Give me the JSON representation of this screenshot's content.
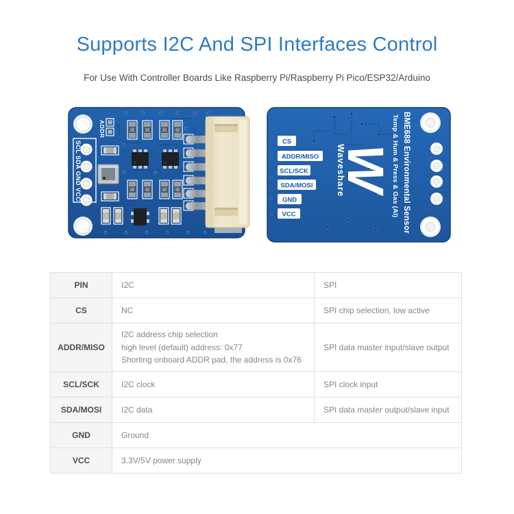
{
  "page": {
    "title": "Supports I2C And SPI Interfaces Control",
    "subtitle": "For Use With Controller Boards Like Raspberry Pi/Raspberry Pi Pico/ESP32/Arduino"
  },
  "colors": {
    "title_blue": "#2e7bc1",
    "pcb_front_blue": "#1f5da6",
    "pcb_back_blue": "#2364b0",
    "silkscreen_white": "#ffffff",
    "connector_beige": "#eee4c9",
    "table_border": "#e0e0e0",
    "table_header_bg": "#f5f5f5"
  },
  "board_front": {
    "silk": {
      "addr": "ADDR",
      "header_pins": "SCL SDA GND VCC"
    }
  },
  "board_back": {
    "pin_labels": [
      "CS",
      "ADDR/MISO",
      "SCL/SCK",
      "SDA/MOSI",
      "GND",
      "VCC"
    ],
    "brand": "Waveshare",
    "logo_glyph": "W",
    "registered_mark": "®",
    "product_line1": "BME688 Environmental Sensor",
    "product_line2": "Temp & Hum & Press & Gas (AI)"
  },
  "pin_table": {
    "rows": [
      {
        "pin": "PIN",
        "i2c": "I2C",
        "spi": "SPI"
      },
      {
        "pin": "CS",
        "i2c": "NC",
        "spi": "SPI chip selection, low active"
      },
      {
        "pin": "ADDR/MISO",
        "i2c_lines": [
          "I2C address chip selection",
          "high level (default) address: 0x77",
          "Shorting onboard ADDR pad, the address is 0x76"
        ],
        "spi": "SPI data master input/slave output"
      },
      {
        "pin": "SCL/SCK",
        "i2c": "I2C clock",
        "spi": "SPI clock input"
      },
      {
        "pin": "SDA/MOSI",
        "i2c": "I2C data",
        "spi": "SPI data master output/slave input"
      },
      {
        "pin": "GND",
        "i2c": "Ground"
      },
      {
        "pin": "VCC",
        "i2c": "3.3V/5V power supply"
      }
    ]
  }
}
